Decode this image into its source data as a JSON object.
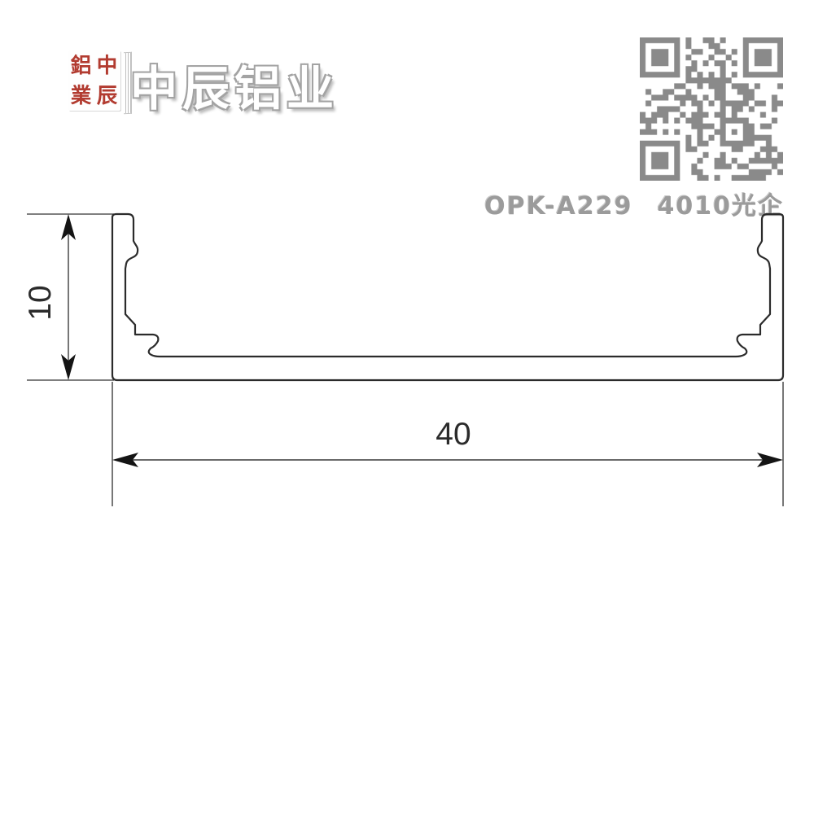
{
  "brand": {
    "title": "中辰铝业",
    "stamp": {
      "char_tl": "鋁",
      "char_tr": "中",
      "char_bl": "業",
      "char_br": "辰"
    }
  },
  "header": {
    "qr_label": "qr-code",
    "product_code": {
      "model": "OPK-A229",
      "spec": "4010光企"
    }
  },
  "drawing": {
    "type": "aluminum-profile-cross-section",
    "height_value": "10",
    "width_value": "40"
  },
  "colors": {
    "outline": "#2b2b2b",
    "dimension_line": "#555555",
    "arrow": "#141414",
    "dimension_text": "#2b2b2b",
    "qr": "#8a8a8a",
    "stamp_red": "#b23b30",
    "muted_text": "#9b9b9b"
  }
}
